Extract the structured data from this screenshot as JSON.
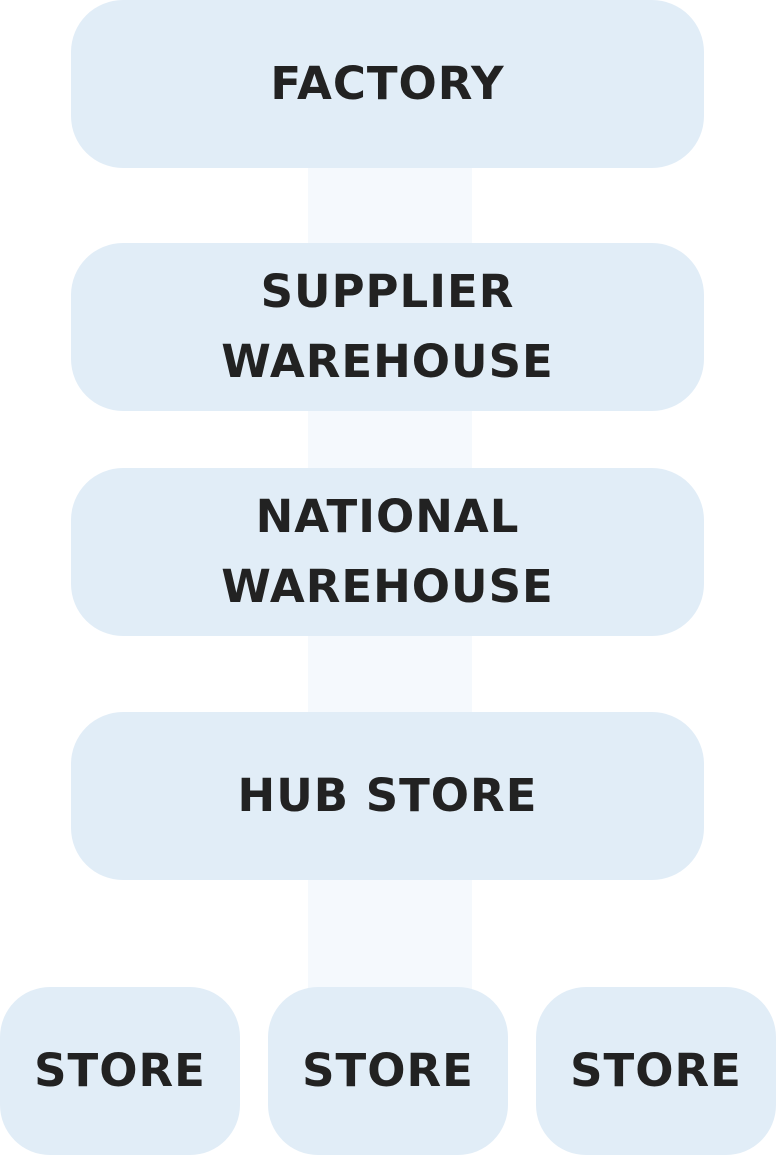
{
  "nodes": {
    "factory": {
      "lines": [
        "FACTORY"
      ]
    },
    "supplier_warehouse": {
      "lines": [
        "SUPPLIER",
        "WAREHOUSE"
      ]
    },
    "national_warehouse": {
      "lines": [
        "NATIONAL",
        "WAREHOUSE"
      ]
    },
    "hub_store": {
      "lines": [
        "HUB STORE"
      ]
    },
    "stores": [
      {
        "label": "STORE"
      },
      {
        "label": "STORE"
      },
      {
        "label": "STORE"
      }
    ]
  },
  "colors": {
    "node_fill": "#e1edf7",
    "connector_fill": "#f5f9fd",
    "text": "#222222"
  }
}
